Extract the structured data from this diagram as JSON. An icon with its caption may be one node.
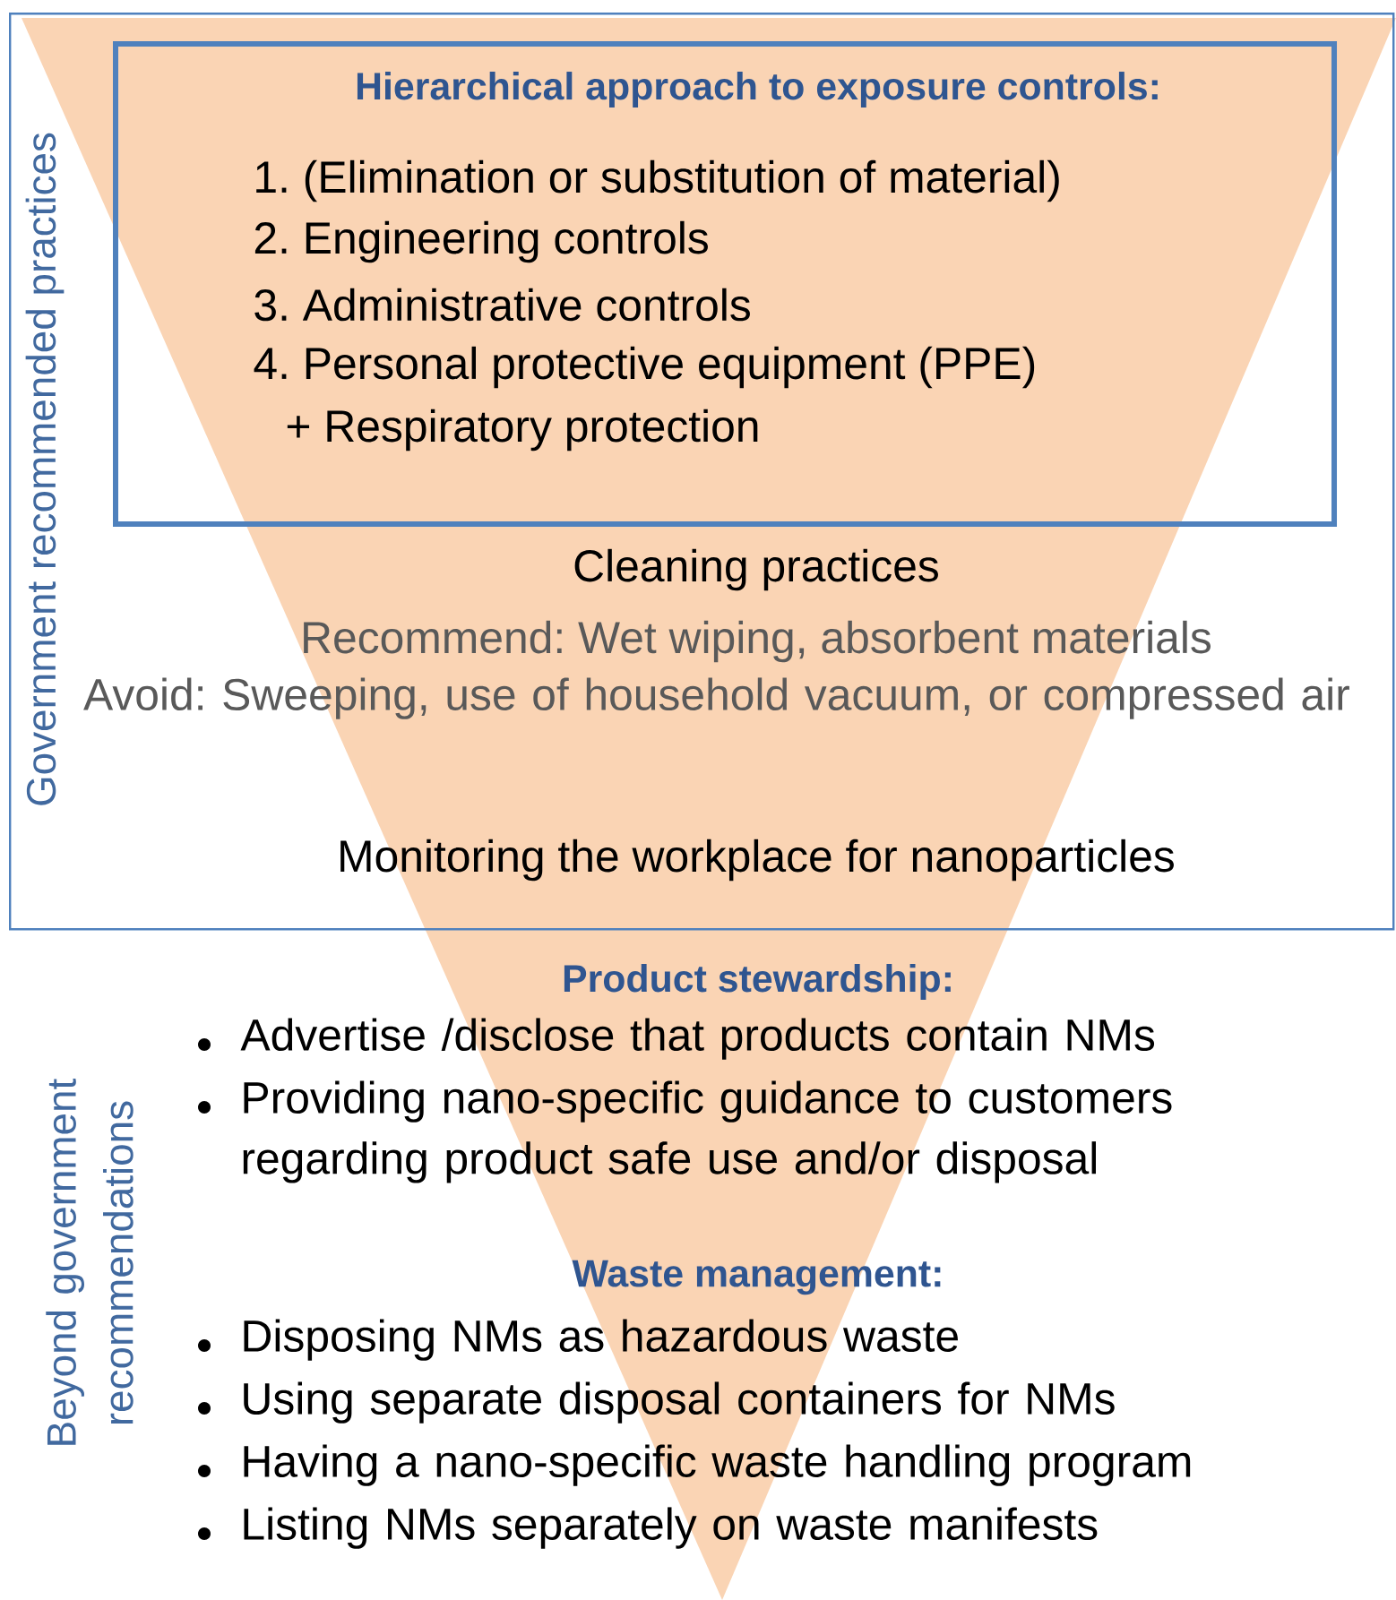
{
  "diagram": {
    "nodes": [
      {
        "text": [
          "Government recommended practices"
        ]
      },
      {
        "text": [
          "Hierarchical approach to exposure controls:",
          "1. (Elimination or substitution of material)",
          "2. Engineering controls",
          "3. Administrative controls",
          "4. Personal protective equipment (PPE)",
          "+ Respiratory protection"
        ],
        "in": 0
      }
    ],
    "edges": [],
    "labels": [
      "Cleaning practices",
      "Recommend: Wet wiping, absorbent materials",
      "Avoid: Sweeping, use of household vacuum, or compressed air",
      "Monitoring the workplace for nanoparticles",
      "Product stewardship:",
      "Advertise /disclose that products contain NMs",
      "Providing nano-specific guidance to customers regarding product safe use and/or disposal",
      "Waste management:",
      "Disposing NMs as hazardous waste",
      "Using separate disposal containers for NMs",
      "Having a nano-specific waste handling program",
      "Listing NMs separately on waste manifests",
      "Beyond government recommendations"
    ]
  }
}
